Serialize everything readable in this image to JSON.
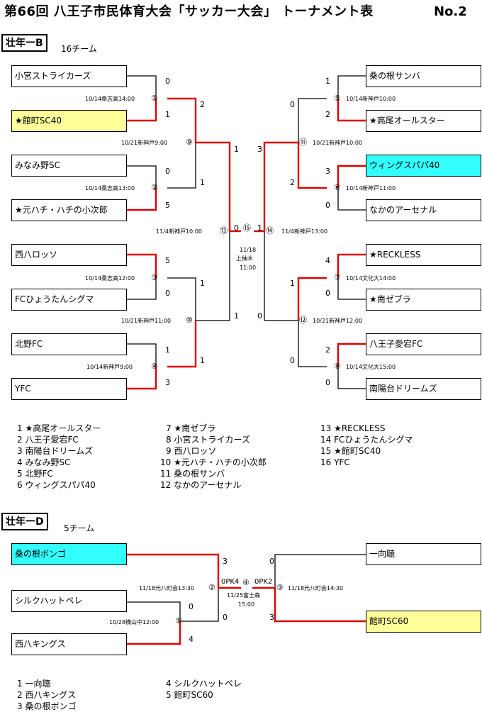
{
  "header": {
    "title": "第66回  八王子市民体育大会「サッカー大会」 トーナメント表",
    "page_no": "No.2"
  },
  "sectionB": {
    "label": "壮年ーB",
    "count": "16チーム",
    "teams": [
      "小宮ストライカーズ",
      "★館町SC40",
      "みなみ野SC",
      "★元ハチ・ハチの小次郎",
      "西八ロッソ",
      "FCひょうたんシグマ",
      "北野FC",
      "YFC",
      "桑の根サンバ",
      "★高尾オールスター",
      "ウィングスパパ40",
      "なかのアーセナル",
      "★RECKLESS",
      "★南ゼブラ",
      "八王子愛宕FC",
      "南陽台ドリームズ"
    ],
    "scores": [
      "0",
      "1",
      "0",
      "5",
      "5",
      "0",
      "1",
      "3",
      "1",
      "2",
      "3",
      "0",
      "4",
      "0",
      "2",
      "0",
      "2",
      "1",
      "1",
      "1",
      "0",
      "2",
      "1",
      "0",
      "1",
      "3",
      "1",
      "0",
      "0",
      "1"
    ],
    "match_nums": [
      "①",
      "②",
      "③",
      "④",
      "⑤",
      "⑥",
      "⑦",
      "⑧",
      "⑨",
      "⑩",
      "⑪",
      "⑫",
      "⑬",
      "⑭",
      "⑮"
    ],
    "infos": [
      "10/14桑志高14:00",
      "10/14桑志高13:00",
      "10/14桑志高12:00",
      "10/14新神戸9:00",
      "10/14新神戸10:00",
      "10/14新神戸11:00",
      "10/14文化大14:00",
      "10/14文化大15:00",
      "10/21新神戸9:00",
      "10/21新神戸11:00",
      "10/21新神戸10:00",
      "10/21新神戸12:00",
      "11/4新神戸10:00",
      "11/4新神戸13:00"
    ],
    "final_info": [
      "11/18",
      "上柚木",
      "11:00"
    ],
    "list": [
      "1 ★高尾オールスター",
      "2 八王子愛宕FC",
      "3 南陽台ドリームズ",
      "4 みなみ野SC",
      "5 北野FC",
      "6 ウィングスパパ40",
      "7 ★南ゼブラ",
      "8 小宮ストライカーズ",
      "9 西八ロッソ",
      "10 ★元ハチ・ハチの小次郎",
      "11 桑の根サンバ",
      "12 なかのアーセナル",
      "13 ★RECKLESS",
      "14 FCひょうたんシグマ",
      "15 ★館町SC40",
      "16 YFC"
    ]
  },
  "sectionD": {
    "label": "壮年ーD",
    "count": "5チーム",
    "teams": [
      "桑の根ボンゴ",
      "シルクハットペレ",
      "西八キングス",
      "一向聴",
      "館町SC60"
    ],
    "scores": [
      "3",
      "0",
      "0",
      "4",
      "0",
      "3"
    ],
    "match_nums": [
      "①",
      "②",
      "③",
      "④"
    ],
    "pk": [
      "0PK4",
      "0PK2"
    ],
    "infos": [
      "10/28横山中12:00",
      "11/18元八町会13:30",
      "11/18元八町会14:30"
    ],
    "final_info": [
      "11/25富士森",
      "15:00"
    ],
    "list": [
      "1 一向聴",
      "2 西八キングス",
      "3 桑の根ボンゴ",
      "4 シルクハットペレ",
      "5 館町SC60"
    ]
  },
  "colors": {
    "win": "#dd0000",
    "line": "#000000",
    "yellow": "#ffff99",
    "cyan": "#33ffff"
  }
}
